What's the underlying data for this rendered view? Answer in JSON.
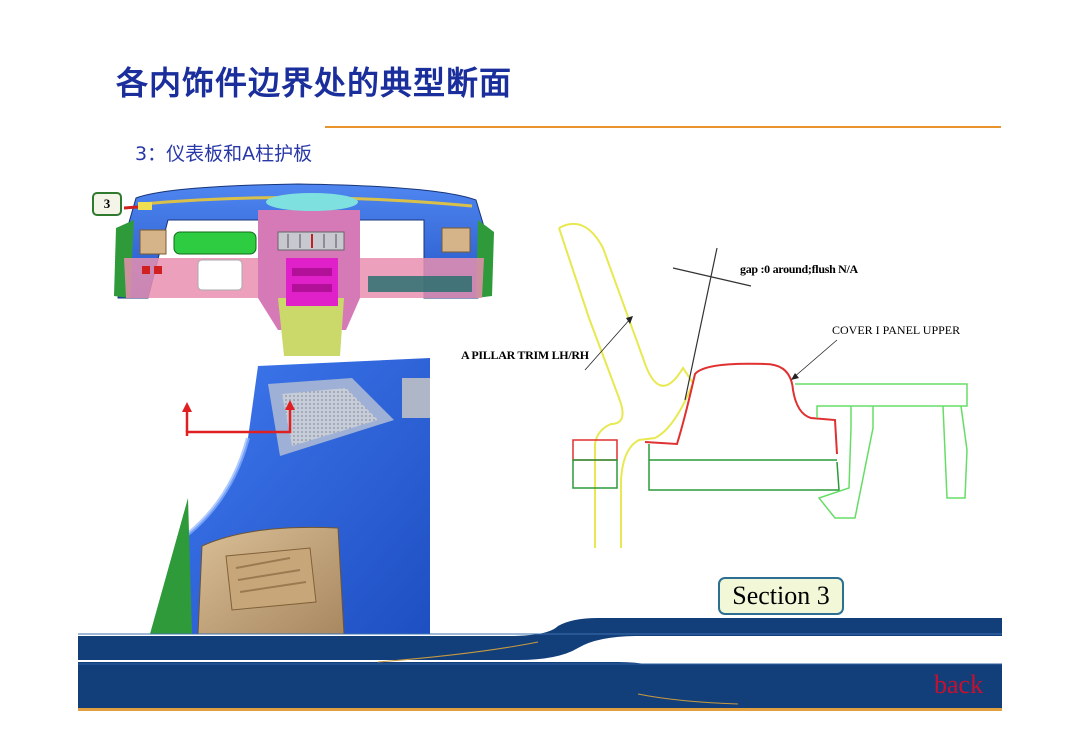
{
  "page": {
    "title": "各内饰件边界处的典型断面",
    "subtitle": "3：仪表板和A柱护板"
  },
  "callout": {
    "label": "3"
  },
  "section": {
    "gap_note": "gap :0 around;flush N/A",
    "a_pillar_label": "A PILLAR TRIM LH/RH",
    "cover_label": "COVER I PANEL UPPER",
    "badge": "Section 3"
  },
  "nav": {
    "back_label": "back"
  },
  "colors": {
    "title": "#1a2e9c",
    "accent_rule": "#e8932c",
    "dash_blue": "#2f6ee0",
    "footer_navy": "#123f7a",
    "back_red": "#c8102e"
  },
  "icons": {
    "section_cut_arrow": "section-cut-arrow-icon"
  }
}
